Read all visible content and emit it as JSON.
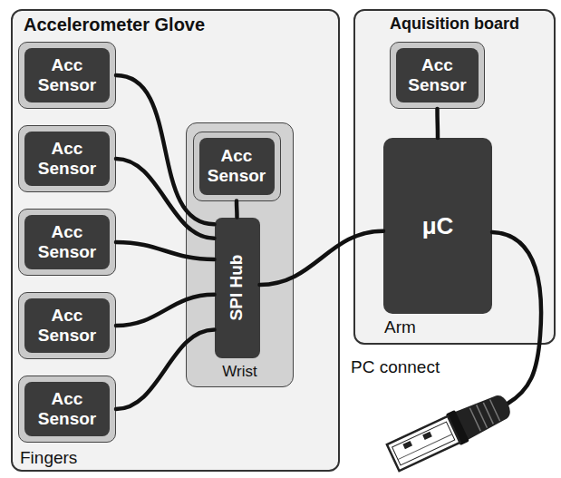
{
  "diagram": {
    "nodes": [
      {
        "text": [
          "Accelerometer Glove"
        ]
      },
      {
        "text": [
          "Acc Sensor"
        ],
        "in": 0
      },
      {
        "text": [
          "Acc Sensor"
        ],
        "in": 0
      },
      {
        "text": [
          "Acc Sensor"
        ],
        "in": 0
      },
      {
        "text": [
          "Acc Sensor"
        ],
        "in": 0
      },
      {
        "text": [
          "Acc Sensor"
        ],
        "in": 0
      },
      {
        "text": [
          "Wrist"
        ],
        "in": 0
      },
      {
        "text": [
          "Acc Sensor"
        ],
        "in": 6
      },
      {
        "text": [
          "SPI Hub"
        ],
        "in": 6
      },
      {
        "text": [
          "Aquisition board"
        ]
      },
      {
        "text": [
          "Acc Sensor"
        ],
        "in": 9
      },
      {
        "text": [
          "μC"
        ],
        "in": 9
      }
    ],
    "edges": [
      {
        "from": 1,
        "to": 8,
        "arrow": "none"
      },
      {
        "from": 2,
        "to": 8,
        "arrow": "none"
      },
      {
        "from": 3,
        "to": 8,
        "arrow": "none"
      },
      {
        "from": 4,
        "to": 8,
        "arrow": "none"
      },
      {
        "from": 5,
        "to": 8,
        "arrow": "none"
      },
      {
        "from": 7,
        "to": 8,
        "arrow": "none"
      },
      {
        "from": 8,
        "to": 11,
        "arrow": "none"
      },
      {
        "from": 10,
        "to": 11,
        "arrow": "none"
      }
    ],
    "labels": [
      "Fingers",
      "Arm",
      "PC connect"
    ]
  }
}
